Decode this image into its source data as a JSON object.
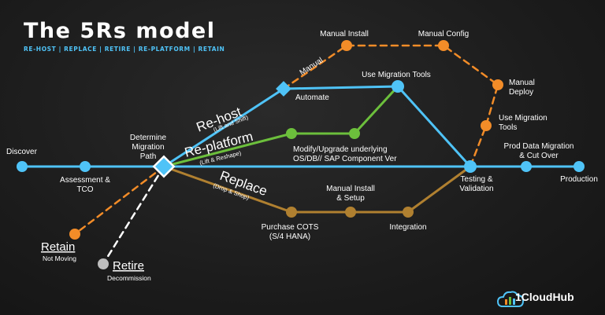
{
  "header": {
    "title": "The 5Rs model",
    "subtitle": "RE-HOST | REPLACE | RETIRE | RE-PLATFORM | RETAIN"
  },
  "colors": {
    "blue": "#4fc3f7",
    "orange": "#f28c28",
    "green": "#6cbf3c",
    "brown": "#b08030",
    "gray": "#bdbdbd"
  },
  "labels": {
    "discover": "Discover",
    "assessment_1": "Assessment &",
    "assessment_2": "TCO",
    "determine_1": "Determine",
    "determine_2": "Migration",
    "determine_3": "Path",
    "manual_install": "Manual Install",
    "manual_config": "Manual Config",
    "manual": "Manual",
    "automate": "Automate",
    "use_migration_tools": "Use Migration Tools",
    "manual_deploy_1": "Manual",
    "manual_deploy_2": "Deploy",
    "use_tools_1": "Use Migration",
    "use_tools_2": "Tools",
    "prod_migration_1": "Prod Data Migration",
    "prod_migration_2": "& Cut Over",
    "testing_1": "Testing &",
    "testing_2": "Validation",
    "production": "Production",
    "modify_1": "Modify/Upgrade underlying",
    "modify_2": "OS/DB// SAP Component Ver",
    "manual_setup_1": "Manual Install",
    "manual_setup_2": "& Setup",
    "purchase_1": "Purchase COTS",
    "purchase_2": "(S/4 HANA)",
    "integration": "Integration",
    "rehost": "Re-host",
    "rehost_sub": "(Lift and Shift)",
    "replatform": "Re-platform",
    "replatform_sub": "(Lift & Reshape)",
    "replace": "Replace",
    "replace_sub": "(Drop & Shop)",
    "retain": "Retain",
    "retain_sub": "Not Moving",
    "retire": "Retire",
    "retire_sub": "Decommission"
  },
  "logo": {
    "name": "1CloudHub"
  }
}
